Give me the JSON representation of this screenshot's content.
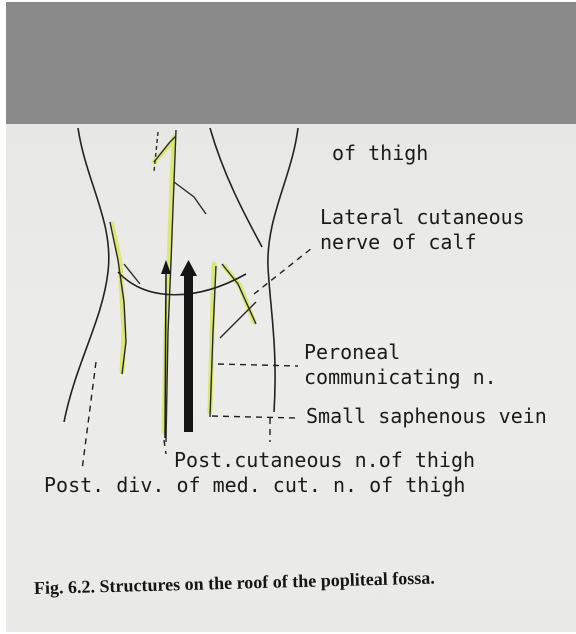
{
  "labels": {
    "of_thigh": "of thigh",
    "lateral_cutaneous_line1": "Lateral cutaneous",
    "lateral_cutaneous_line2": "nerve of calf",
    "peroneal_line1": "Peroneal",
    "peroneal_line2": "communicating n.",
    "small_saphenous": "Small saphenous vein",
    "post_cutaneous": "Post.cutaneous n.of thigh",
    "post_div": "Post. div. of med. cut. n. of thigh"
  },
  "caption": "Fig. 6.2. Structures on the roof of the popliteal fossa.",
  "colors": {
    "masked_block": "#8a8a8a",
    "paper": "#e9e9e7",
    "ink": "#1b1b1b",
    "highlight": "#d9e86a"
  }
}
